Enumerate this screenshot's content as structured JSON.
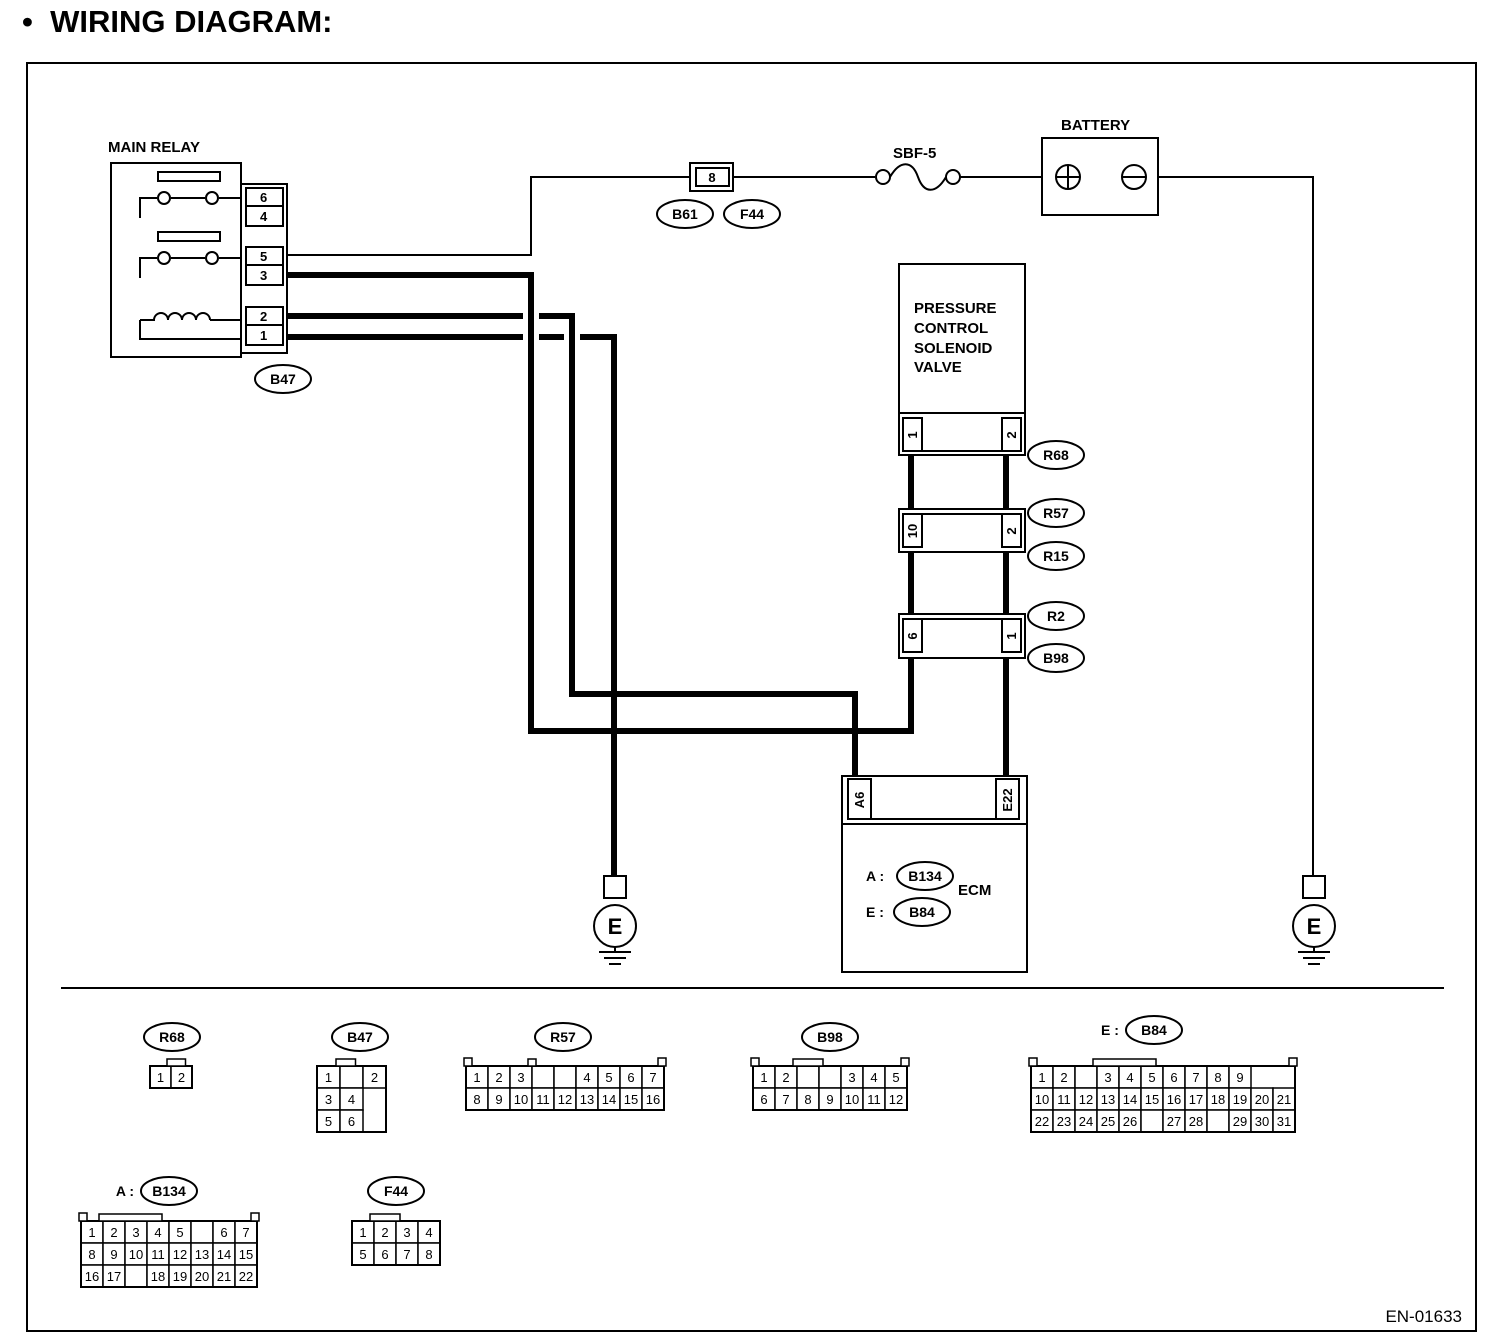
{
  "title": "WIRING DIAGRAM:",
  "figure_id": "EN-01633",
  "components": {
    "main_relay": {
      "label": "MAIN RELAY",
      "pins": [
        "6",
        "4",
        "5",
        "3",
        "2",
        "1"
      ],
      "connector": "B47"
    },
    "fuse_connector": {
      "pin": "8",
      "connectors": [
        "B61",
        "F44"
      ]
    },
    "fuse": {
      "label": "SBF-5"
    },
    "battery": {
      "label": "BATTERY"
    },
    "solenoid": {
      "label_lines": [
        "PRESSURE",
        "CONTROL",
        "SOLENOID",
        "VALVE"
      ],
      "pins": [
        "1",
        "2"
      ],
      "connector": "R68"
    },
    "joint1": {
      "pins": [
        "10",
        "2"
      ],
      "connectors": [
        "R57",
        "R15"
      ]
    },
    "joint2": {
      "pins": [
        "6",
        "1"
      ],
      "connectors": [
        "R2",
        "B98"
      ]
    },
    "ecm": {
      "label": "ECM",
      "pins": [
        "A6",
        "E22"
      ],
      "refs": [
        {
          "prefix": "A :",
          "connector": "B134"
        },
        {
          "prefix": "E :",
          "connector": "B84"
        }
      ]
    },
    "ground": {
      "label": "E"
    }
  },
  "connector_views": {
    "R68": {
      "label": "R68",
      "rows": [
        [
          "1",
          "2"
        ]
      ]
    },
    "B47": {
      "label": "B47",
      "rows": [
        [
          "1",
          "",
          "2"
        ],
        [
          "3",
          "4"
        ],
        [
          "5",
          "6"
        ]
      ]
    },
    "R57": {
      "label": "R57",
      "rows": [
        [
          "1",
          "2",
          "3",
          "",
          "",
          "4",
          "5",
          "6",
          "7"
        ],
        [
          "8",
          "9",
          "10",
          "11",
          "12",
          "13",
          "14",
          "15",
          "16"
        ]
      ]
    },
    "B98": {
      "label": "B98",
      "rows": [
        [
          "1",
          "2",
          "",
          "",
          "3",
          "4",
          "5"
        ],
        [
          "6",
          "7",
          "8",
          "9",
          "10",
          "11",
          "12"
        ]
      ]
    },
    "B84": {
      "label": "B84",
      "prefix": "E :",
      "rows": [
        [
          "1",
          "2",
          "",
          "3",
          "4",
          "5",
          "6",
          "7",
          "8",
          "9"
        ],
        [
          "10",
          "11",
          "12",
          "13",
          "14",
          "15",
          "16",
          "17",
          "18",
          "19",
          "20",
          "21"
        ],
        [
          "22",
          "23",
          "24",
          "25",
          "26",
          "",
          "27",
          "28",
          "",
          "29",
          "30",
          "31"
        ]
      ]
    },
    "B134": {
      "label": "B134",
      "prefix": "A :",
      "rows": [
        [
          "1",
          "2",
          "3",
          "4",
          "5",
          "",
          "6",
          "7"
        ],
        [
          "8",
          "9",
          "10",
          "11",
          "12",
          "13",
          "14",
          "15"
        ],
        [
          "16",
          "17",
          "",
          "18",
          "19",
          "20",
          "21",
          "22"
        ]
      ]
    },
    "F44": {
      "label": "F44",
      "rows": [
        [
          "1",
          "2",
          "3",
          "4"
        ],
        [
          "5",
          "6",
          "7",
          "8"
        ]
      ]
    }
  }
}
